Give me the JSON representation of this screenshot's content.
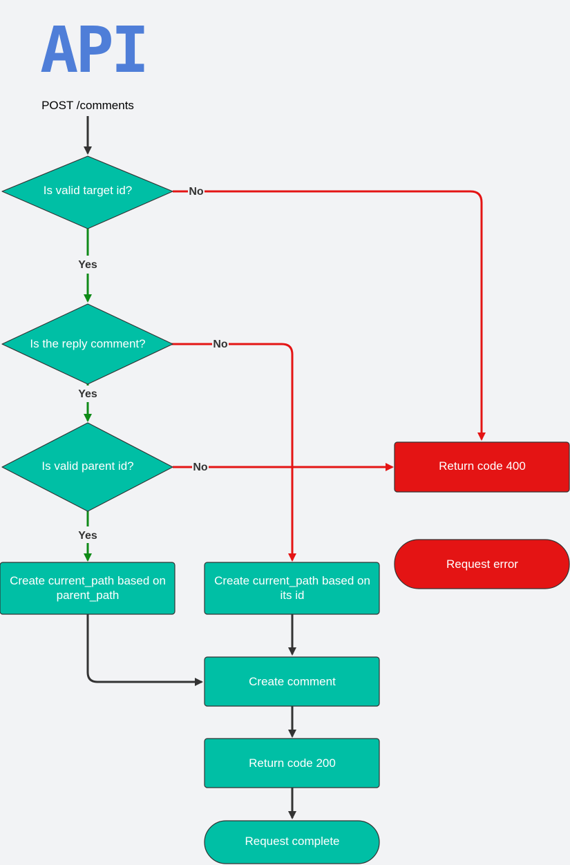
{
  "title": "API",
  "entry": "POST /comments",
  "colors": {
    "background": "#f2f3f5",
    "title": "#4f7ed8",
    "process": "#00bfa5",
    "error": "#e41414",
    "yes_edge": "#0f8a17",
    "no_edge": "#e41414",
    "flow_edge": "#333333"
  },
  "nodes": {
    "check_target": "Is valid target id?",
    "check_reply": "Is the reply comment?",
    "check_parent": "Is valid parent id?",
    "path_from_parent": [
      "Create current_path based on",
      "parent_path"
    ],
    "path_from_id": [
      "Create current_path based on",
      "its id"
    ],
    "create_comment": "Create comment",
    "return_200": "Return code 200",
    "request_complete": "Request complete",
    "return_400": "Return code 400",
    "request_error": "Request error"
  },
  "edge_labels": {
    "yes": "Yes",
    "no": "No"
  }
}
